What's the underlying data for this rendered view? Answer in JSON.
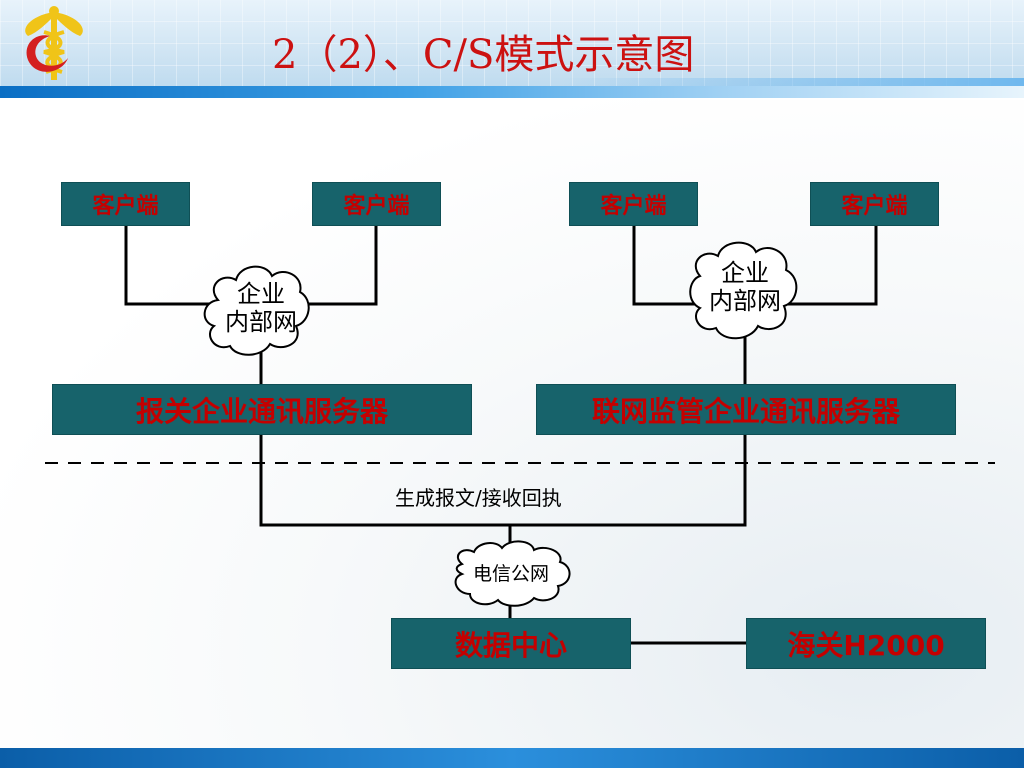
{
  "title": "2（2）、C/S模式示意图",
  "clients": [
    "客户端",
    "客户端",
    "客户端",
    "客户端"
  ],
  "cloud_left": [
    "企业",
    "内部网"
  ],
  "cloud_right": [
    "企业",
    "内部网"
  ],
  "server_left": "报关企业通讯服务器",
  "server_right": "联网监管企业通讯服务器",
  "exchange_label": "生成报文/接收回执",
  "cloud_center": "电信公网",
  "data_center": "数据中心",
  "customs_system": "海关H2000",
  "colors": {
    "title": "#cc1111",
    "box_fill": "#17636b",
    "box_text": "#c40000",
    "line": "#000000"
  },
  "icons": [
    "caduceus-logo"
  ]
}
